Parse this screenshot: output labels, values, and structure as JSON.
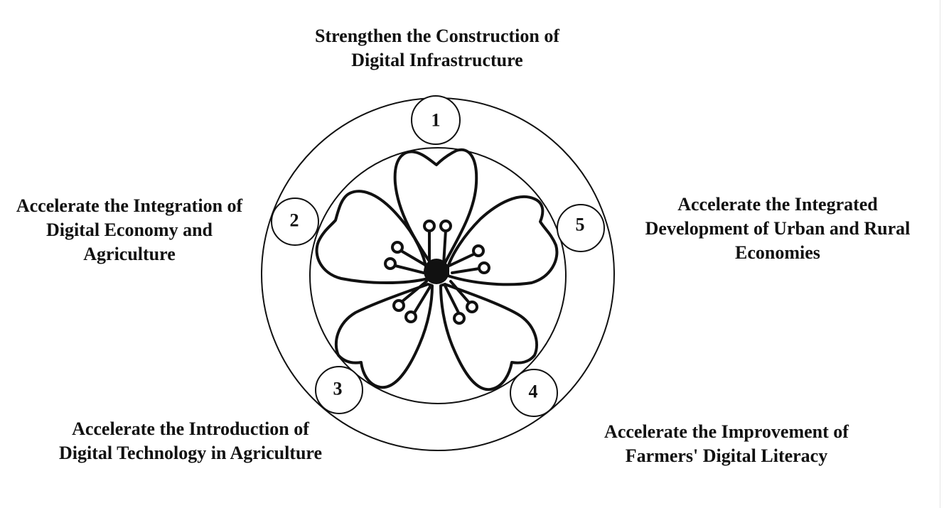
{
  "items": [
    {
      "number": "1",
      "lines": [
        "Strengthen the Construction of",
        "Digital Infrastructure"
      ]
    },
    {
      "number": "2",
      "lines": [
        "Accelerate the Integration of",
        "Digital Economy and",
        "Agriculture"
      ]
    },
    {
      "number": "3",
      "lines": [
        "Accelerate the Introduction of",
        "Digital Technology in Agriculture"
      ]
    },
    {
      "number": "4",
      "lines": [
        "Accelerate the Improvement of",
        "Farmers' Digital Literacy"
      ]
    },
    {
      "number": "5",
      "lines": [
        "Accelerate the Integrated",
        "Development of Urban and Rural",
        "Economies"
      ]
    }
  ],
  "colors": {
    "stroke": "#111111",
    "background": "#ffffff"
  },
  "icons": [
    "flower-icon",
    "circuit-node-icon"
  ]
}
